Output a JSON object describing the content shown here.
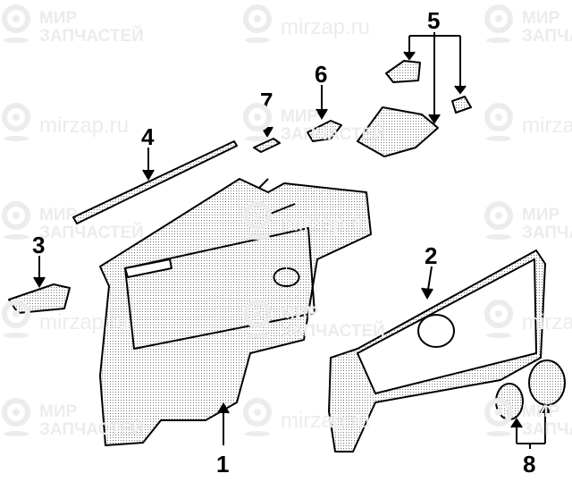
{
  "watermark": {
    "line1": "МИР",
    "line2": "ЗАПЧАСТЕЙ",
    "url": "mirzap.ru"
  },
  "callouts": {
    "c1": "1",
    "c2": "2",
    "c3": "3",
    "c4": "4",
    "c5": "5",
    "c6": "6",
    "c7": "7",
    "c8": "8"
  },
  "colors": {
    "line": "#000000",
    "watermark": "#ececec"
  }
}
